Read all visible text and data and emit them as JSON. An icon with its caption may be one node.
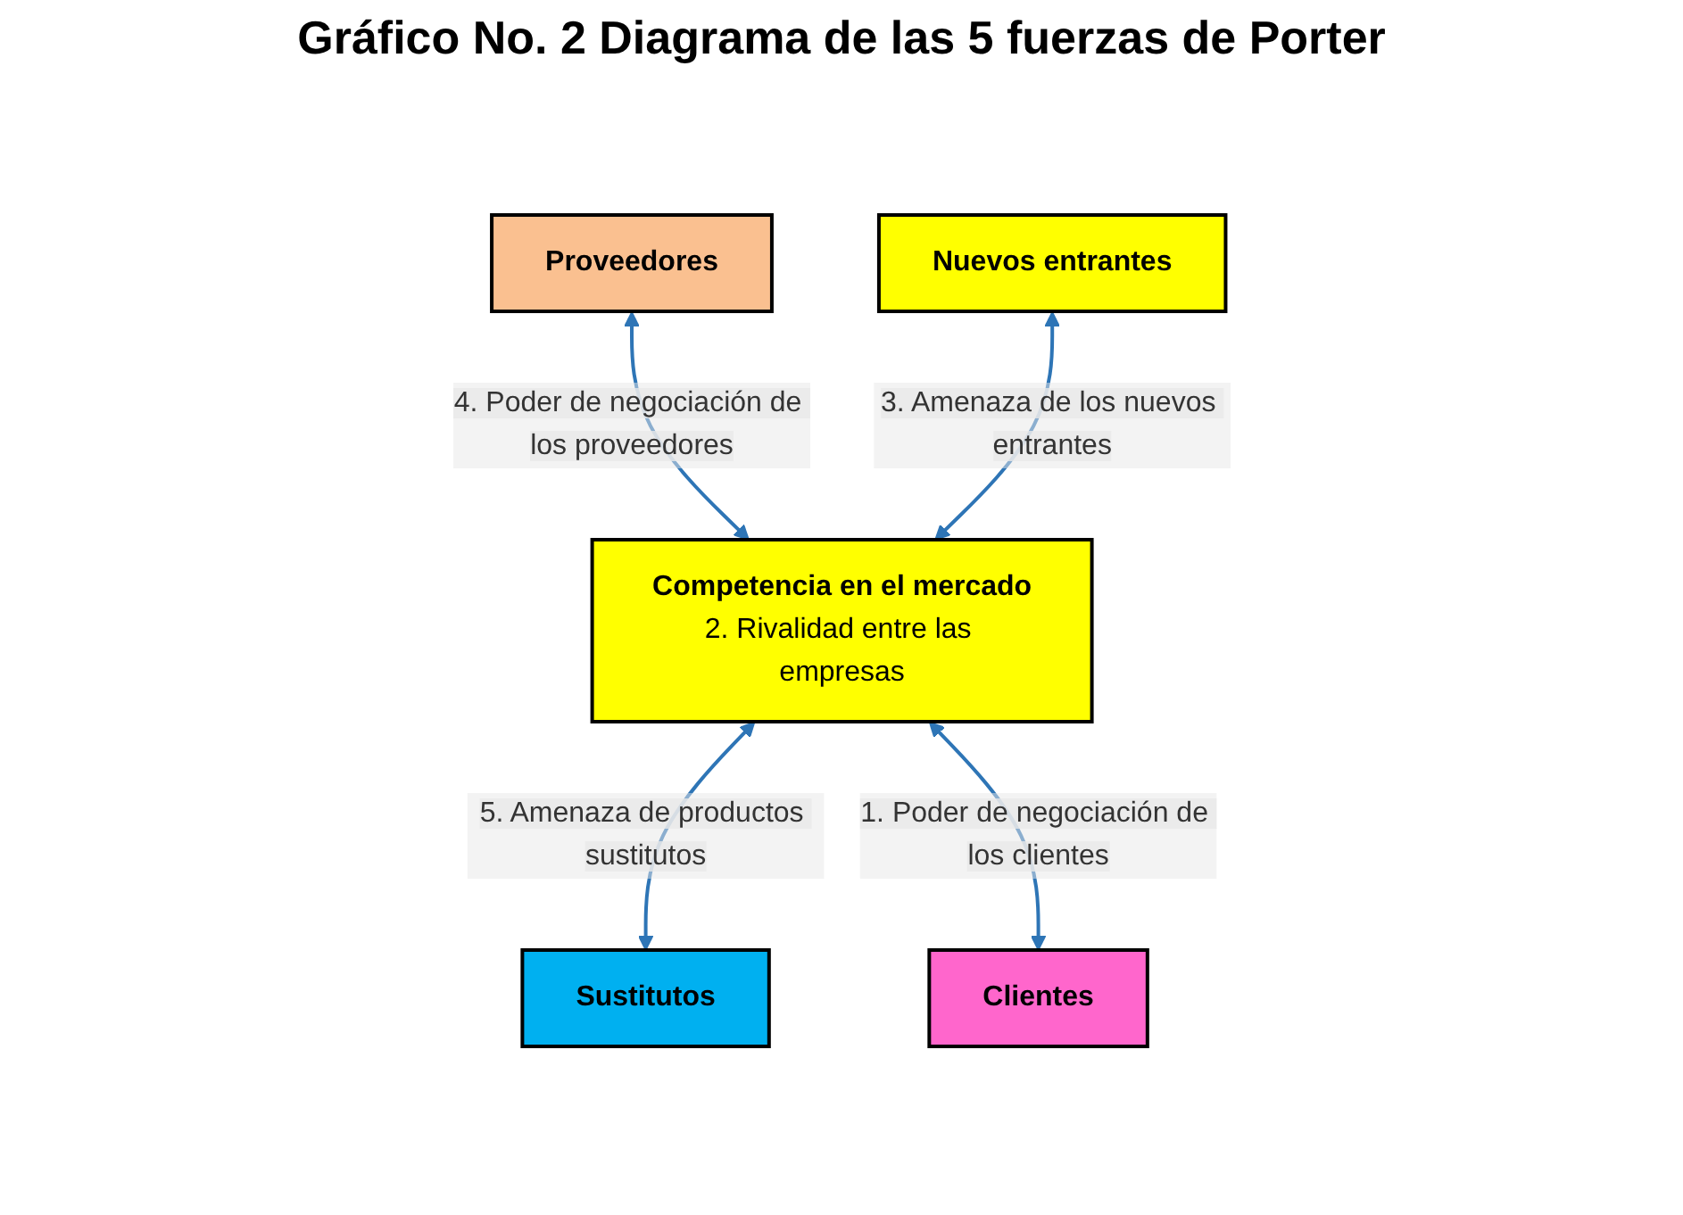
{
  "diagram": {
    "title": "Gráfico No. 2 Diagrama de las 5 fuerzas de Porter",
    "nodes": [
      {
        "text": [
          "Proveedores"
        ]
      },
      {
        "text": [
          "Nuevos entrantes"
        ]
      },
      {
        "text": [
          "Competencia en el mercado",
          "2. Rivalidad entre las empresas"
        ]
      },
      {
        "text": [
          "Sustitutos"
        ]
      },
      {
        "text": [
          "Clientes"
        ]
      }
    ],
    "edges": [
      {
        "from": 0,
        "to": 2,
        "arrow": "both",
        "label": "4. Poder de negociación de los proveedores"
      },
      {
        "from": 1,
        "to": 2,
        "arrow": "both",
        "label": "3. Amenaza de los nuevos entrantes"
      },
      {
        "from": 2,
        "to": 3,
        "arrow": "both",
        "label": "5. Amenaza de productos sustitutos"
      },
      {
        "from": 2,
        "to": 4,
        "arrow": "both",
        "label": "1. Poder de negociación de los clientes"
      }
    ]
  }
}
